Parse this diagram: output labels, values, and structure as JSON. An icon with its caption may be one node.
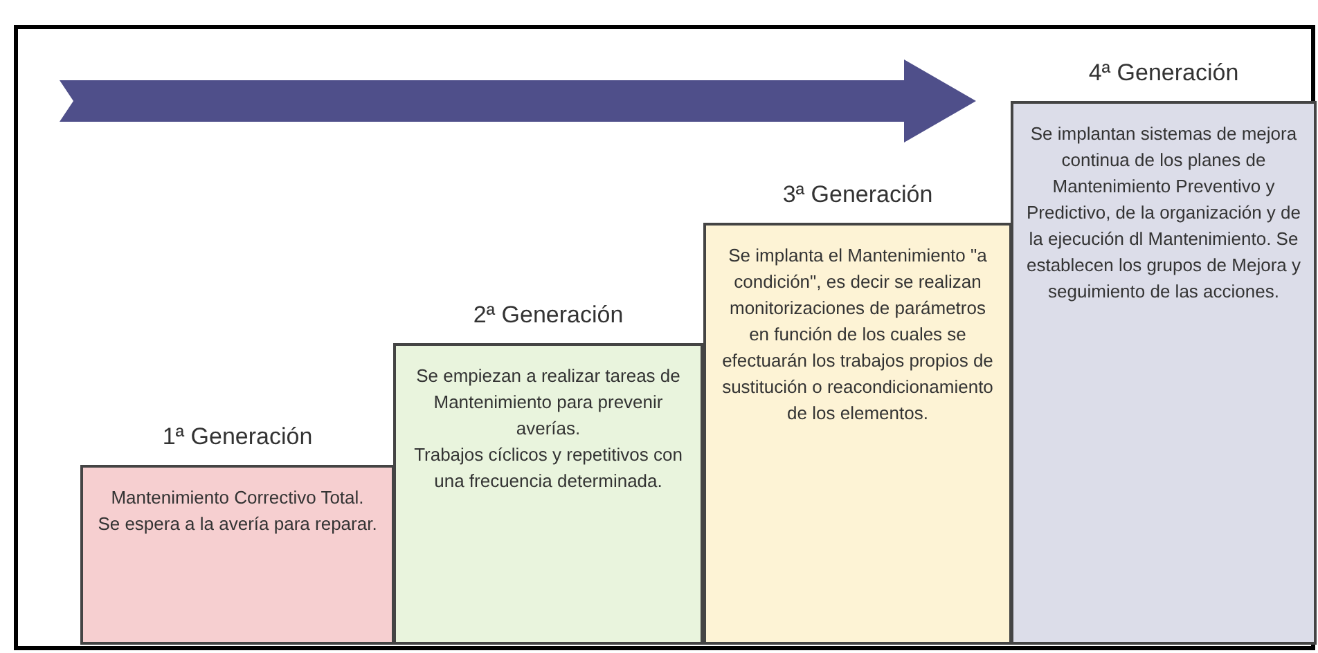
{
  "diagram": {
    "nodes": [
      {
        "text": [
          "1ª Generación",
          "Mantenimiento Correctivo Total.",
          "Se espera a la avería para reparar."
        ]
      },
      {
        "text": [
          "2ª Generación",
          "Se empiezan a realizar tareas de Mantenimiento para prevenir averías.",
          "Trabajos cíclicos y repetitivos con una frecuencia determinada."
        ]
      },
      {
        "text": [
          "3ª Generación",
          "Se implanta el Mantenimiento \"a condición\", es decir se realizan monitorizaciones de parámetros en función de los cuales se efectuarán los trabajos propios de sustitución o reacondicionamiento de los elementos."
        ]
      },
      {
        "text": [
          "4ª Generación",
          "Se implantan sistemas de mejora continua de los planes de Mantenimiento Preventivo y Predictivo, de la organización y de la ejecución dl Mantenimiento. Se establecen los grupos de Mejora y seguimiento de las acciones."
        ]
      }
    ]
  }
}
